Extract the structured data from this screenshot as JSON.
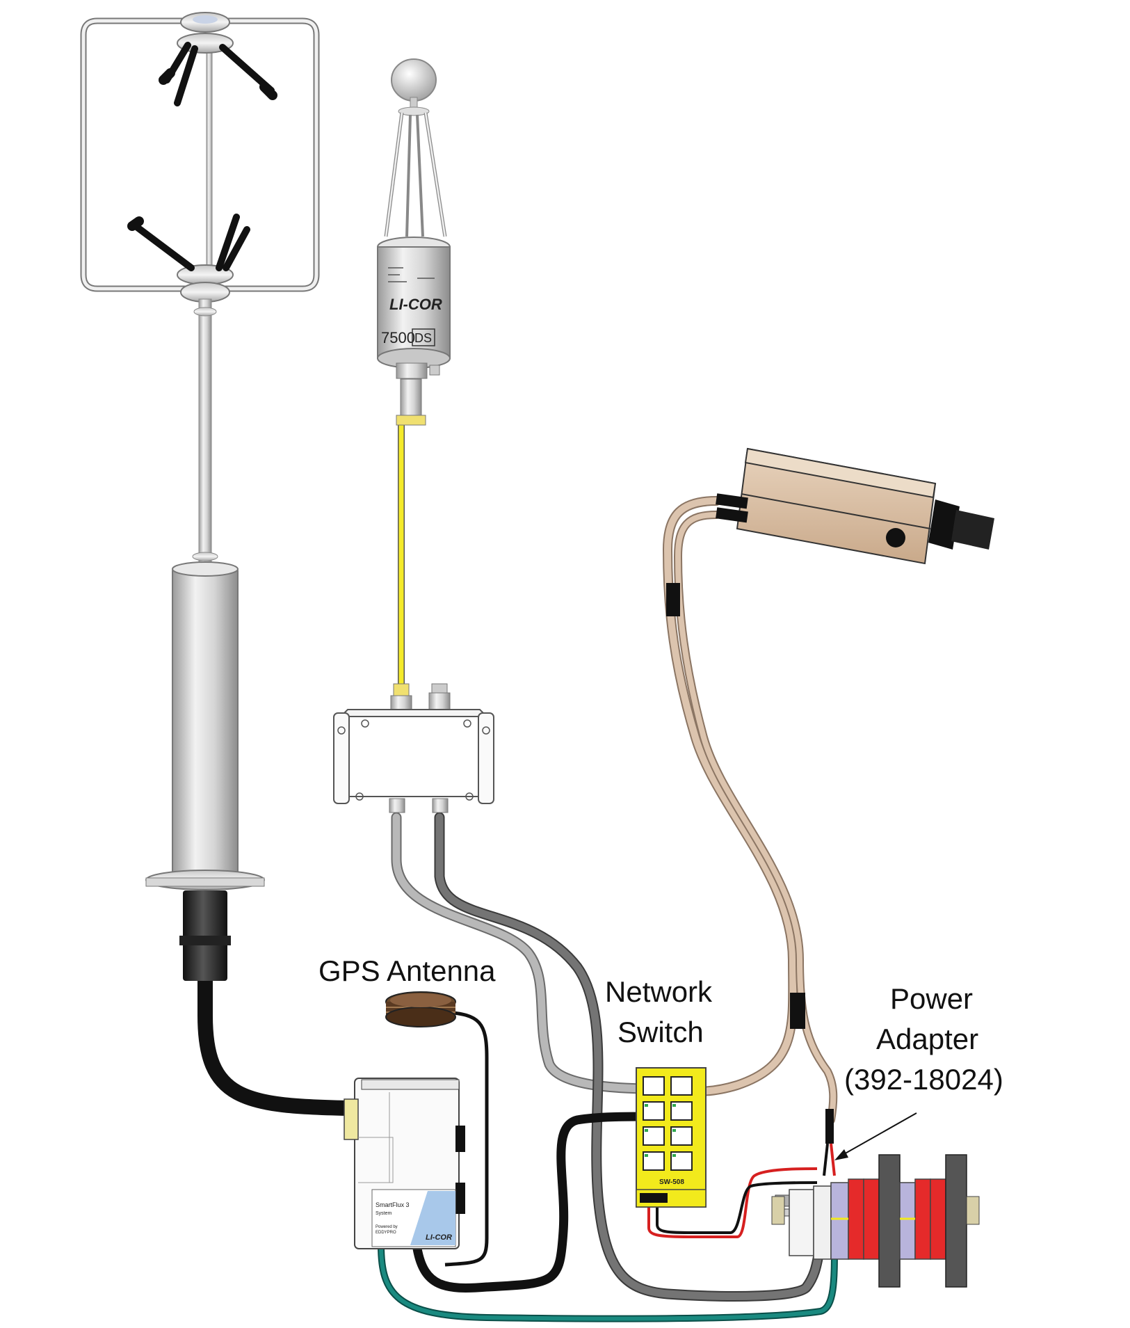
{
  "labels": {
    "gps_antenna": "GPS Antenna",
    "network_switch_line1": "Network",
    "network_switch_line2": "Switch",
    "power_adapter_line1": "Power",
    "power_adapter_line2": "Adapter",
    "power_adapter_line3": "(392-18024)"
  },
  "device_text": {
    "analyzer_model": "7500",
    "analyzer_suffix": "DS",
    "analyzer_brand": "LI-COR",
    "switch_model": "SW-508",
    "smartflux_name": "SmartFlux 3",
    "smartflux_sub": "System",
    "smartflux_powered": "Powered by",
    "smartflux_eddypro": "EDDYPRO",
    "smartflux_brand": "LI-COR"
  },
  "colors": {
    "yellow_cable": "#f4ea2a",
    "light_gray_cable": "#b4b4b4",
    "dark_gray_cable": "#6e6e6e",
    "black_cable": "#111111",
    "tan_cable": "#dcc4ae",
    "teal_cable": "#137c73",
    "red_wire": "#d62020",
    "switch_yellow": "#f2ea1c",
    "camera_tan": "#dcc0a4",
    "terminal_red": "#e52a2a",
    "terminal_purple": "#b8b4dc"
  }
}
